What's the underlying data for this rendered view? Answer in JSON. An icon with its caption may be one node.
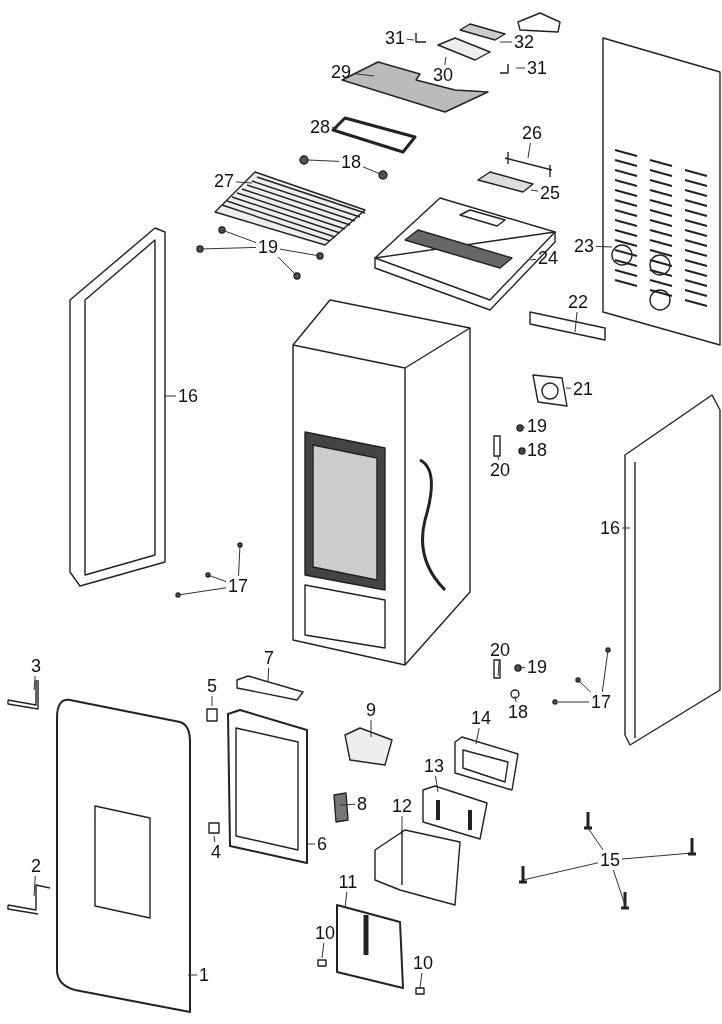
{
  "diagram": {
    "nodes": [
      {
        "text": [
          "31"
        ]
      },
      {
        "text": [
          "32"
        ]
      },
      {
        "text": [
          "31"
        ]
      },
      {
        "text": [
          "29"
        ]
      },
      {
        "text": [
          "30"
        ]
      },
      {
        "text": [
          "28"
        ]
      },
      {
        "text": [
          "26"
        ]
      },
      {
        "text": [
          "18"
        ]
      },
      {
        "text": [
          "27"
        ]
      },
      {
        "text": [
          "25"
        ]
      },
      {
        "text": [
          "19"
        ]
      },
      {
        "text": [
          "23"
        ]
      },
      {
        "text": [
          "24"
        ]
      },
      {
        "text": [
          "22"
        ]
      },
      {
        "text": [
          "21"
        ]
      },
      {
        "text": [
          "16"
        ]
      },
      {
        "text": [
          "19"
        ]
      },
      {
        "text": [
          "18"
        ]
      },
      {
        "text": [
          "20"
        ]
      },
      {
        "text": [
          "16"
        ]
      },
      {
        "text": [
          "17"
        ]
      },
      {
        "text": [
          "20"
        ]
      },
      {
        "text": [
          "19"
        ]
      },
      {
        "text": [
          "3"
        ]
      },
      {
        "text": [
          "7"
        ]
      },
      {
        "text": [
          "17"
        ]
      },
      {
        "text": [
          "18"
        ]
      },
      {
        "text": [
          "5"
        ]
      },
      {
        "text": [
          "9"
        ]
      },
      {
        "text": [
          "14"
        ]
      },
      {
        "text": [
          "13"
        ]
      },
      {
        "text": [
          "12"
        ]
      },
      {
        "text": [
          "8"
        ]
      },
      {
        "text": [
          "6"
        ]
      },
      {
        "text": [
          "4"
        ]
      },
      {
        "text": [
          "2"
        ]
      },
      {
        "text": [
          "15"
        ]
      },
      {
        "text": [
          "11"
        ]
      },
      {
        "text": [
          "10"
        ]
      },
      {
        "text": [
          "10"
        ]
      },
      {
        "text": [
          "1"
        ]
      }
    ],
    "edges": [
      {
        "from": 0,
        "to": null,
        "arrow": "none"
      },
      {
        "from": 1,
        "to": null,
        "arrow": "none"
      },
      {
        "from": 2,
        "to": null,
        "arrow": "none"
      },
      {
        "from": 3,
        "to": null,
        "arrow": "none"
      },
      {
        "from": 4,
        "to": null,
        "arrow": "none"
      },
      {
        "from": 5,
        "to": null,
        "arrow": "none"
      },
      {
        "from": 6,
        "to": null,
        "arrow": "none"
      },
      {
        "from": 7,
        "to": null,
        "arrow": "none"
      },
      {
        "from": 7,
        "to": null,
        "arrow": "none"
      },
      {
        "from": 8,
        "to": null,
        "arrow": "none"
      },
      {
        "from": 9,
        "to": null,
        "arrow": "none"
      },
      {
        "from": 10,
        "to": null,
        "arrow": "none"
      },
      {
        "from": 10,
        "to": null,
        "arrow": "none"
      },
      {
        "from": 10,
        "to": null,
        "arrow": "none"
      },
      {
        "from": 10,
        "to": null,
        "arrow": "none"
      },
      {
        "from": 11,
        "to": null,
        "arrow": "none"
      },
      {
        "from": 12,
        "to": null,
        "arrow": "none"
      },
      {
        "from": 13,
        "to": null,
        "arrow": "none"
      },
      {
        "from": 14,
        "to": null,
        "arrow": "none"
      },
      {
        "from": 15,
        "to": null,
        "arrow": "none"
      },
      {
        "from": 16,
        "to": null,
        "arrow": "none"
      },
      {
        "from": 17,
        "to": null,
        "arrow": "none"
      },
      {
        "from": 18,
        "to": null,
        "arrow": "none"
      },
      {
        "from": 19,
        "to": null,
        "arrow": "none"
      },
      {
        "from": 20,
        "to": null,
        "arrow": "none"
      },
      {
        "from": 20,
        "to": null,
        "arrow": "none"
      },
      {
        "from": 20,
        "to": null,
        "arrow": "none"
      },
      {
        "from": 21,
        "to": null,
        "arrow": "none"
      },
      {
        "from": 22,
        "to": null,
        "arrow": "none"
      },
      {
        "from": 23,
        "to": null,
        "arrow": "none"
      },
      {
        "from": 24,
        "to": null,
        "arrow": "none"
      },
      {
        "from": 25,
        "to": null,
        "arrow": "none"
      },
      {
        "from": 25,
        "to": null,
        "arrow": "none"
      },
      {
        "from": 25,
        "to": null,
        "arrow": "none"
      },
      {
        "from": 26,
        "to": null,
        "arrow": "none"
      },
      {
        "from": 27,
        "to": null,
        "arrow": "none"
      },
      {
        "from": 28,
        "to": null,
        "arrow": "none"
      },
      {
        "from": 29,
        "to": null,
        "arrow": "none"
      },
      {
        "from": 30,
        "to": null,
        "arrow": "none"
      },
      {
        "from": 31,
        "to": null,
        "arrow": "none"
      },
      {
        "from": 32,
        "to": null,
        "arrow": "none"
      },
      {
        "from": 33,
        "to": null,
        "arrow": "none"
      },
      {
        "from": 34,
        "to": null,
        "arrow": "none"
      },
      {
        "from": 35,
        "to": null,
        "arrow": "none"
      },
      {
        "from": 36,
        "to": null,
        "arrow": "none"
      },
      {
        "from": 36,
        "to": null,
        "arrow": "none"
      },
      {
        "from": 36,
        "to": null,
        "arrow": "none"
      },
      {
        "from": 36,
        "to": null,
        "arrow": "none"
      },
      {
        "from": 37,
        "to": null,
        "arrow": "none"
      },
      {
        "from": 38,
        "to": null,
        "arrow": "none"
      },
      {
        "from": 39,
        "to": null,
        "arrow": "none"
      },
      {
        "from": 40,
        "to": null,
        "arrow": "none"
      }
    ]
  }
}
